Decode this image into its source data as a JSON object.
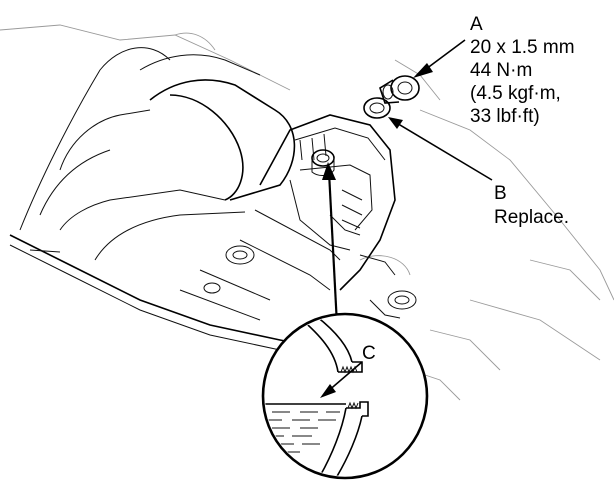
{
  "callouts": {
    "a": {
      "letter": "A",
      "lines": [
        "20 x 1.5 mm",
        "44 N·m",
        "(4.5 kgf·m,",
        "33 lbf·ft)"
      ]
    },
    "b": {
      "letter": "B",
      "note": "Replace."
    },
    "c": {
      "letter": "C"
    }
  },
  "colors": {
    "ink": "#000000",
    "background": "#ffffff"
  }
}
